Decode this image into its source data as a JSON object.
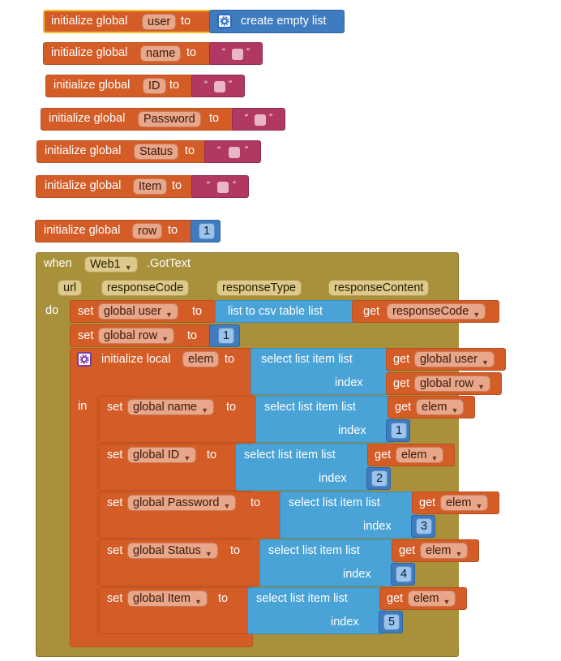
{
  "globals": [
    {
      "prefix": "initialize global",
      "var": "user",
      "to": "to",
      "value": "create empty list"
    },
    {
      "prefix": "initialize global",
      "var": "name",
      "to": "to"
    },
    {
      "prefix": "initialize global",
      "var": "ID",
      "to": "to"
    },
    {
      "prefix": "initialize global",
      "var": "Password",
      "to": "to"
    },
    {
      "prefix": "initialize global",
      "var": "Status",
      "to": "to"
    },
    {
      "prefix": "initialize global",
      "var": "Item",
      "to": "to"
    },
    {
      "prefix": "initialize global",
      "var": "row",
      "to": "to",
      "value": "1"
    }
  ],
  "string_quotes": {
    "open": "“",
    "close": "”"
  },
  "event": {
    "when": "when",
    "component": "Web1",
    "event_name": ".GotText",
    "params": [
      "url",
      "responseCode",
      "responseType",
      "responseContent"
    ],
    "do": "do"
  },
  "set_user": {
    "set": "set",
    "var": "global user",
    "to": "to",
    "fn": "list to csv table  list",
    "get": "get",
    "get_var": "responseCode"
  },
  "set_row": {
    "set": "set",
    "var": "global row",
    "to": "to",
    "value": "1"
  },
  "local": {
    "label": "initialize local",
    "var": "elem",
    "to": "to",
    "fn": "select list item  list",
    "index_label": "index",
    "get1": "get",
    "get1_var": "global user",
    "get2": "get",
    "get2_var": "global row",
    "in": "in"
  },
  "setters": [
    {
      "set": "set",
      "var": "global name",
      "to": "to",
      "fn": "select list item  list",
      "get": "get",
      "get_var": "elem",
      "index_label": "index",
      "index": "1"
    },
    {
      "set": "set",
      "var": "global ID",
      "to": "to",
      "fn": "select list item  list",
      "get": "get",
      "get_var": "elem",
      "index_label": "index",
      "index": "2"
    },
    {
      "set": "set",
      "var": "global Password",
      "to": "to",
      "fn": "select list item  list",
      "get": "get",
      "get_var": "elem",
      "index_label": "index",
      "index": "3"
    },
    {
      "set": "set",
      "var": "global Status",
      "to": "to",
      "fn": "select list item  list",
      "get": "get",
      "get_var": "elem",
      "index_label": "index",
      "index": "4"
    },
    {
      "set": "set",
      "var": "global Item",
      "to": "to",
      "fn": "select list item  list",
      "get": "get",
      "get_var": "elem",
      "index_label": "index",
      "index": "5"
    }
  ]
}
